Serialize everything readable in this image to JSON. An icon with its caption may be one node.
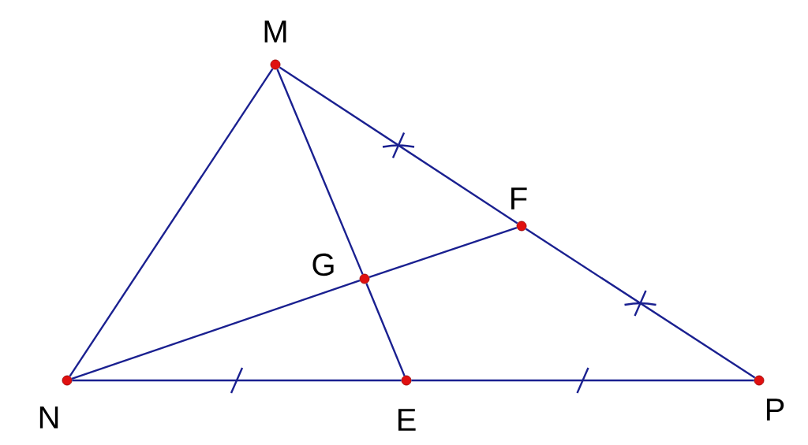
{
  "diagram": {
    "nodes": [
      {
        "text": [
          "M"
        ]
      },
      {
        "text": [
          "N"
        ]
      },
      {
        "text": [
          "P"
        ]
      },
      {
        "text": [
          "E"
        ]
      },
      {
        "text": [
          "F"
        ]
      },
      {
        "text": [
          "G"
        ]
      }
    ],
    "edges": [
      {
        "from": 0,
        "to": 1,
        "arrow": "none"
      },
      {
        "from": 0,
        "to": 4,
        "arrow": "none"
      },
      {
        "from": 4,
        "to": 2,
        "arrow": "none"
      },
      {
        "from": 1,
        "to": 3,
        "arrow": "none"
      },
      {
        "from": 3,
        "to": 2,
        "arrow": "none"
      },
      {
        "from": 0,
        "to": 5,
        "arrow": "none"
      },
      {
        "from": 5,
        "to": 3,
        "arrow": "none"
      },
      {
        "from": 1,
        "to": 5,
        "arrow": "none"
      },
      {
        "from": 5,
        "to": 4,
        "arrow": "none"
      }
    ]
  }
}
